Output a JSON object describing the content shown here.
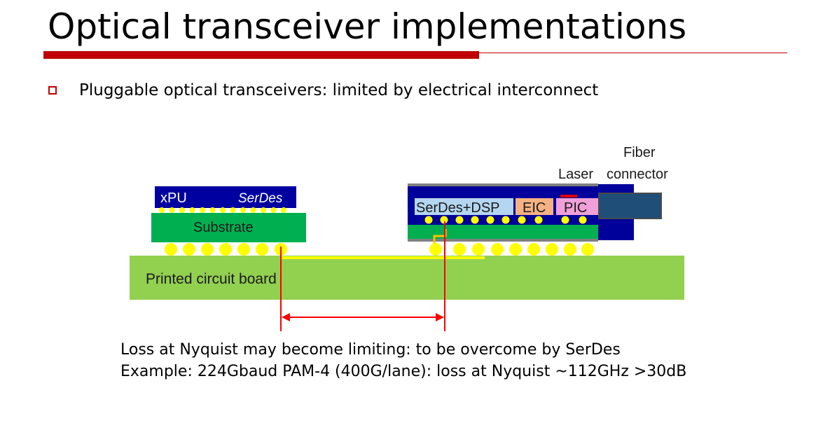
{
  "title": "Optical transceiver implementations",
  "bullet": "Pluggable optical transceivers: limited by electrical interconnect",
  "diagram": {
    "xpu": "xPU",
    "serdes": "SerDes",
    "substrate": "Substrate",
    "pcb": "Printed circuit board",
    "serdes_dsp": "SerDes+DSP",
    "eic": "EIC",
    "pic": "PIC",
    "laser": "Laser",
    "fiber_line1": "Fiber",
    "fiber_line2": "connector"
  },
  "notes": [
    "Loss at Nyquist may become limiting: to be overcome by SerDes",
    "Example: 224Gbaud PAM-4 (400G/lane): loss at Nyquist ~112GHz >30dB"
  ],
  "colors": {
    "accent_red": "#c00000",
    "pcb_green": "#92d050",
    "substrate_green": "#00b050",
    "chip_blue": "#00009a",
    "ball_yellow": "#ffff00"
  }
}
